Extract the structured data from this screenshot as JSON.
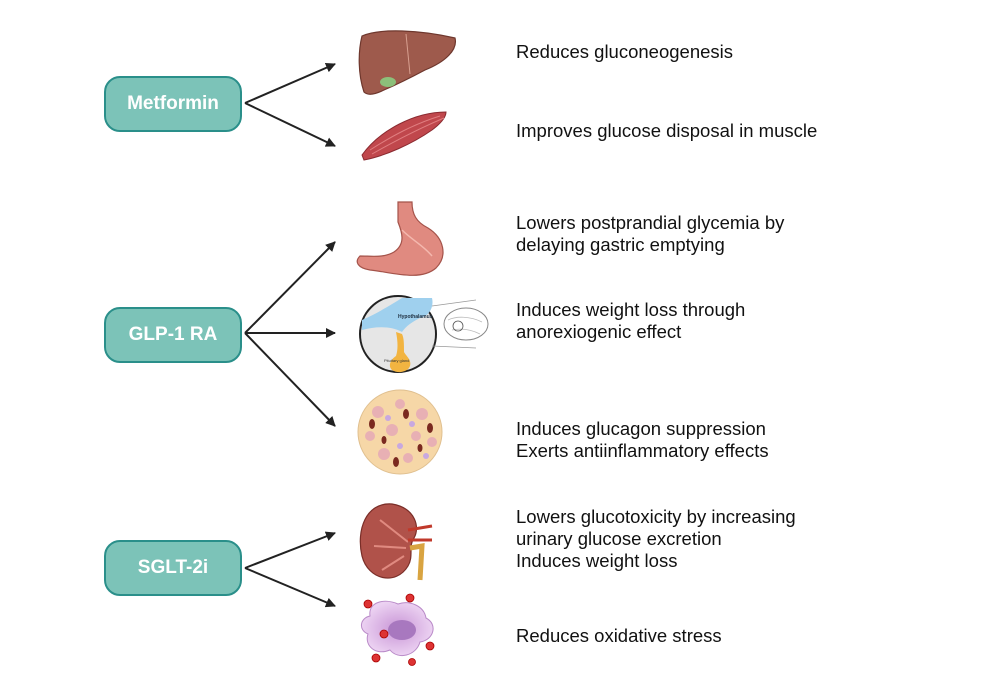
{
  "drugs": [
    {
      "label": "Metformin"
    },
    {
      "label": "GLP-1 RA"
    },
    {
      "label": "SGLT-2i"
    }
  ],
  "effects": [
    {
      "lines": [
        "Reduces gluconeogenesis"
      ]
    },
    {
      "lines": [
        "Improves glucose disposal in muscle"
      ]
    },
    {
      "lines": [
        "Lowers postprandial glycemia by",
        "delaying gastric emptying"
      ]
    },
    {
      "lines": [
        "Induces weight loss through",
        "anorexiogenic effect"
      ]
    },
    {
      "lines": [
        "Induces glucagon suppression",
        "Exerts antiinflammatory effects"
      ]
    },
    {
      "lines": [
        "Lowers glucotoxicity by increasing",
        "urinary glucose excretion",
        "Induces weight loss"
      ]
    },
    {
      "lines": [
        "Reduces oxidative stress"
      ]
    }
  ],
  "brain_labels": {
    "hypothalamus": "Hypothalamus",
    "pituitary": "Pituitary gland"
  },
  "icons": [
    "liver-icon",
    "muscle-icon",
    "stomach-icon",
    "brain-icon",
    "pancreas-icon",
    "kidney-icon",
    "oxidative-cell-icon"
  ],
  "colors": {
    "box_fill": "#7cc3b8",
    "box_border": "#2a8f8a",
    "arrow": "#222222",
    "liver": "#9e5a4c",
    "muscle": "#c0474c",
    "stomach": "#e08a80",
    "kidney": "#b0524a",
    "cell": "#d8b0e0"
  }
}
